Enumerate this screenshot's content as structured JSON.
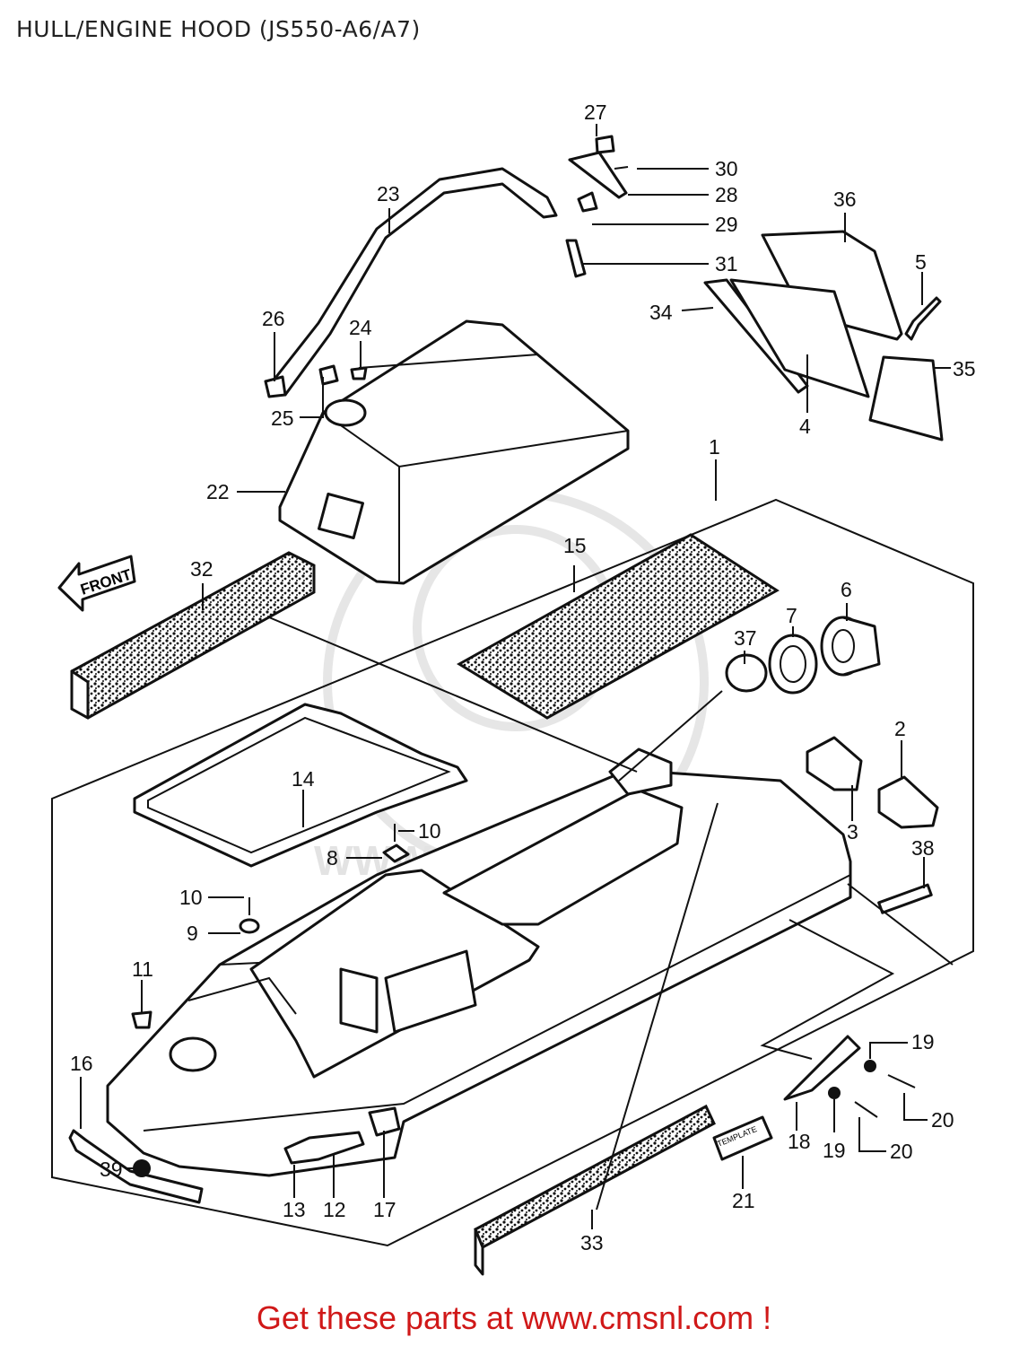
{
  "title": "HULL/ENGINE HOOD (JS550-A6/A7)",
  "front_label": "FRONT",
  "template_label": "TEMPLATE",
  "watermark_text": "WWW.CMSNL.COM",
  "footer": "Get these parts at www.cmsnl.com !",
  "colors": {
    "line": "#111111",
    "footer": "#d01818",
    "watermark": "#e3e3e3"
  },
  "callouts": {
    "c1": "1",
    "c2": "2",
    "c3": "3",
    "c4": "4",
    "c5": "5",
    "c6": "6",
    "c7": "7",
    "c8": "8",
    "c9": "9",
    "c10a": "10",
    "c10b": "10",
    "c11": "11",
    "c12": "12",
    "c13": "13",
    "c14": "14",
    "c15": "15",
    "c16": "16",
    "c17": "17",
    "c18": "18",
    "c19a": "19",
    "c19b": "19",
    "c20a": "20",
    "c20b": "20",
    "c21": "21",
    "c22": "22",
    "c23": "23",
    "c24": "24",
    "c25": "25",
    "c26": "26",
    "c27": "27",
    "c28": "28",
    "c29": "29",
    "c30": "30",
    "c31": "31",
    "c32": "32",
    "c33": "33",
    "c34": "34",
    "c35": "35",
    "c36": "36",
    "c37": "37",
    "c38": "38",
    "c39": "39"
  }
}
